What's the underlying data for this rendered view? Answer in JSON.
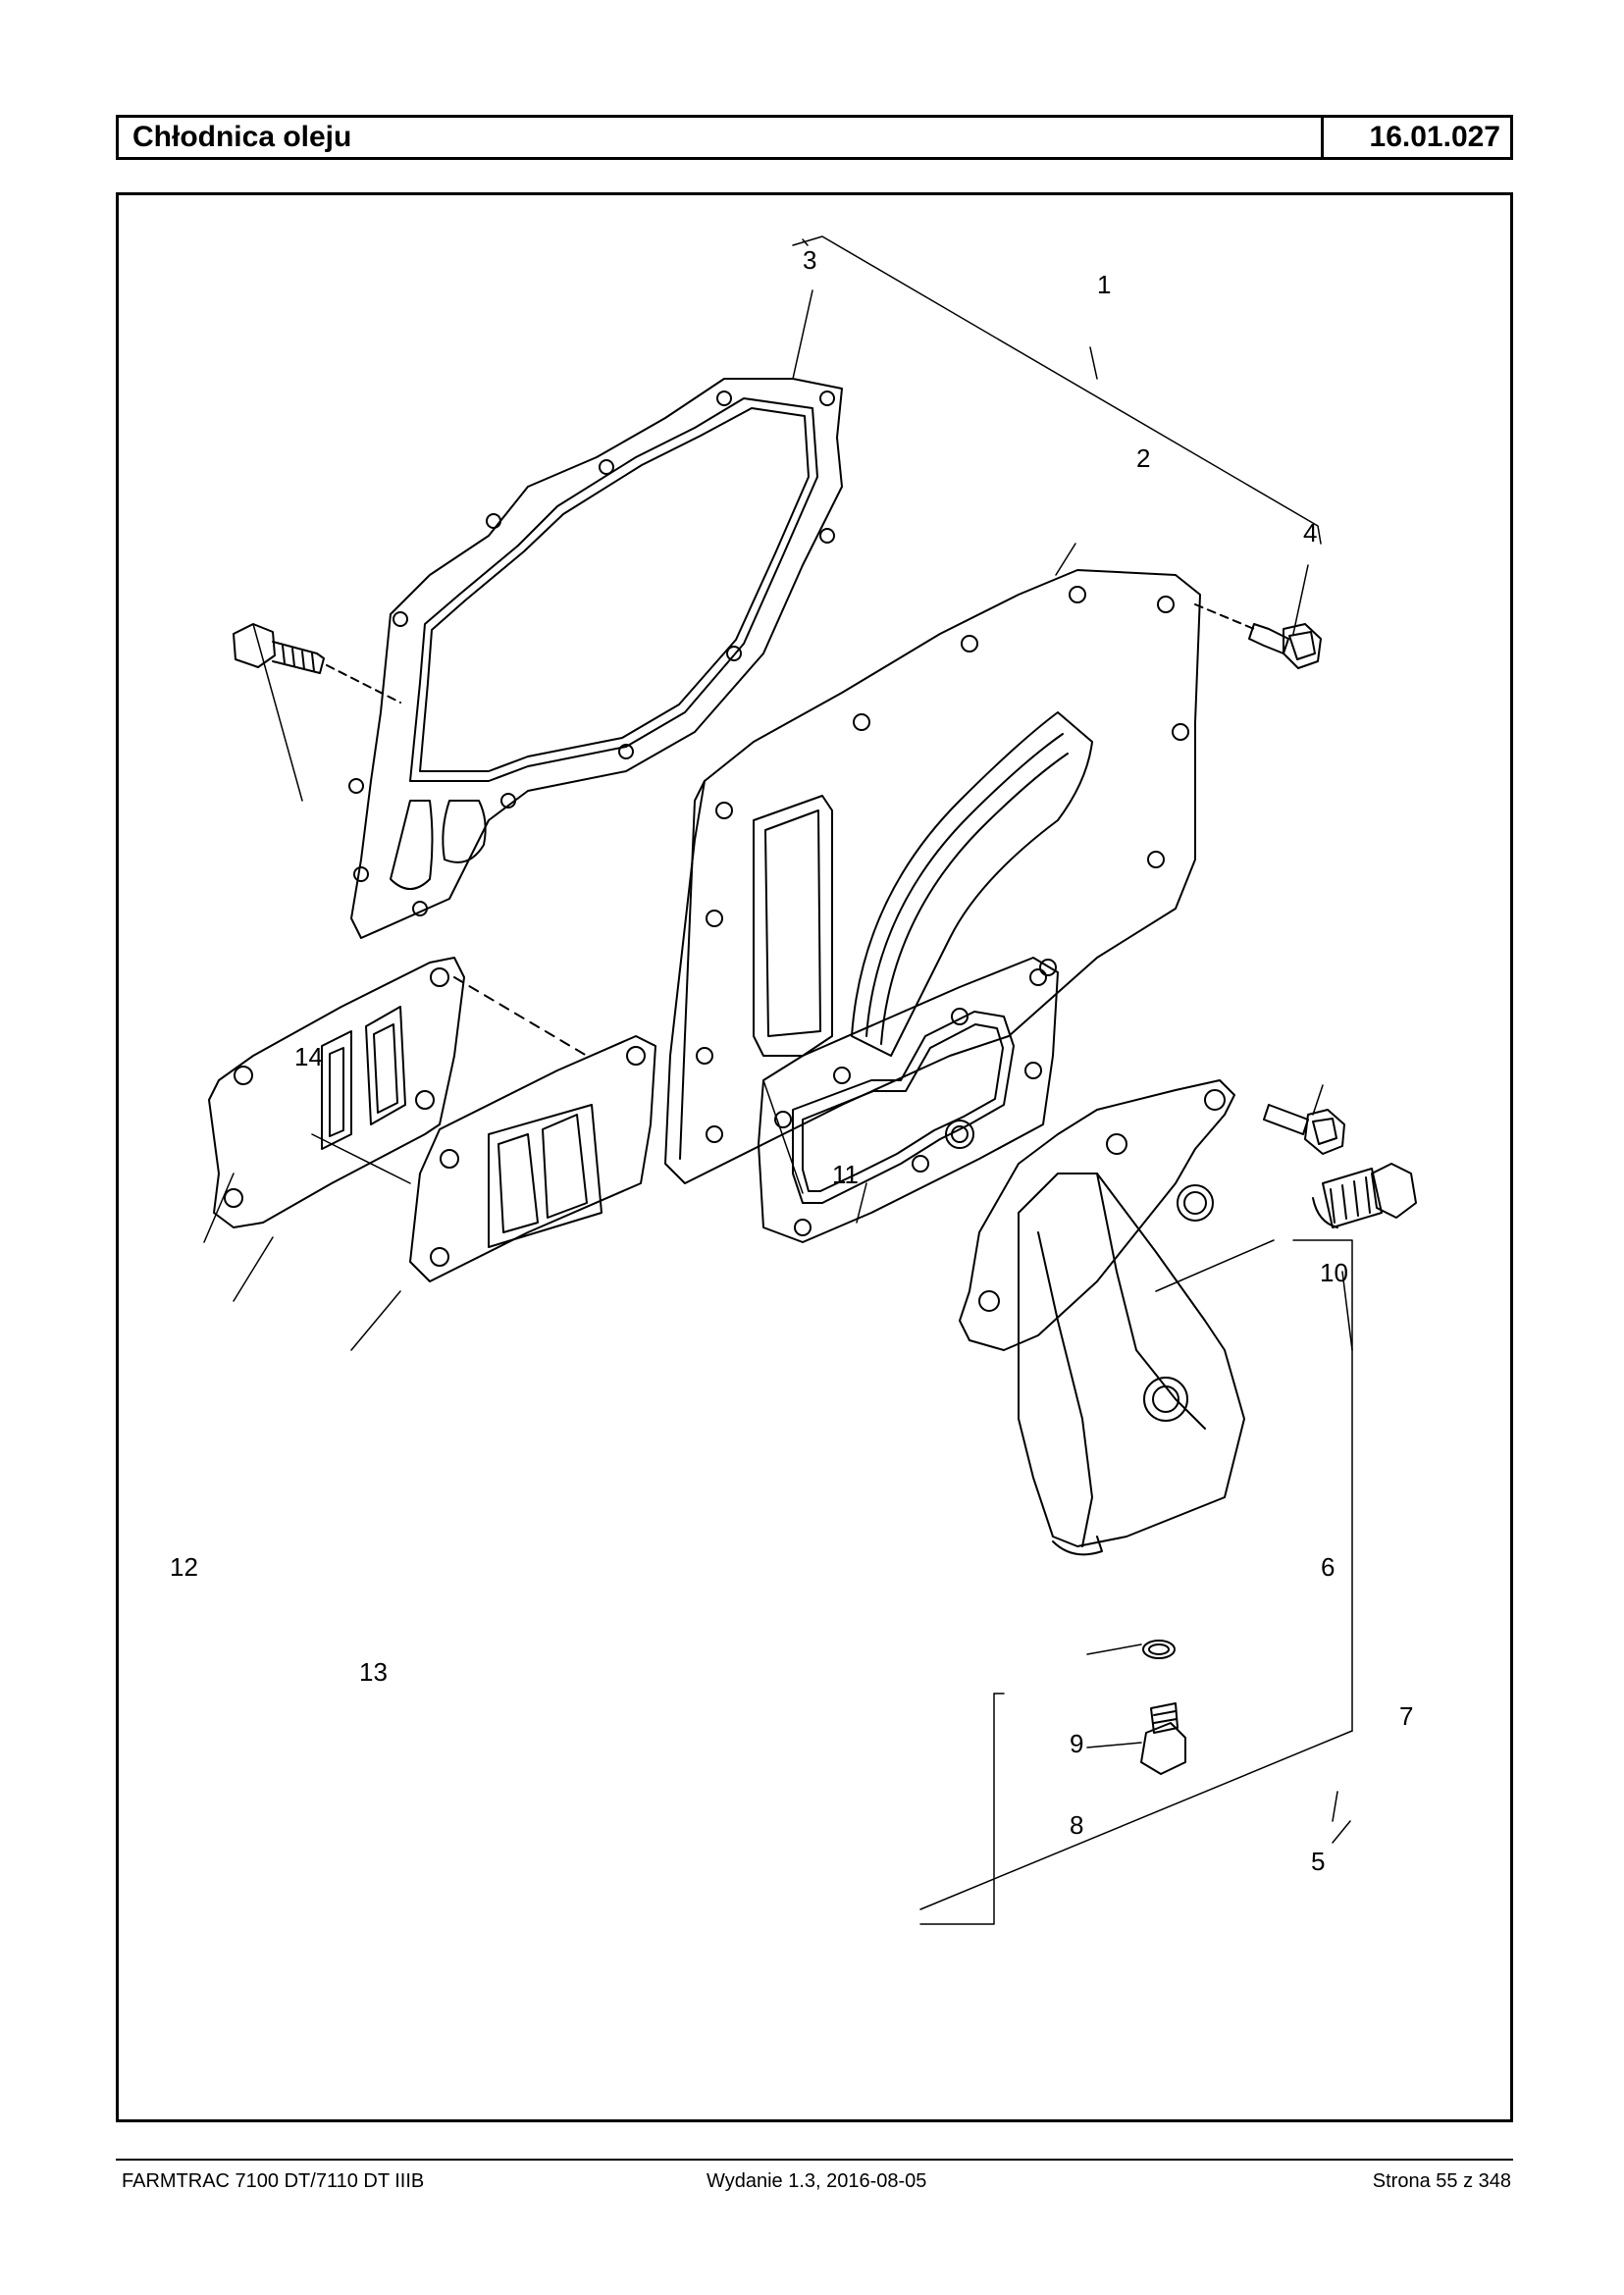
{
  "header": {
    "title": "Chłodnica oleju",
    "code": "16.01.027"
  },
  "labels": {
    "p1": "1",
    "p2": "2",
    "p3": "3",
    "p4": "4",
    "p5": "5",
    "p6": "6",
    "p7": "7",
    "p8": "8",
    "p9": "9",
    "p10": "10",
    "p11": "11",
    "p12": "12",
    "p13": "13",
    "p14": "14"
  },
  "footer": {
    "left": "FARMTRAC 7100 DT/7110 DT IIIB",
    "center": "Wydanie 1.3,  2016-08-05",
    "right": "Strona 55 z 348"
  }
}
